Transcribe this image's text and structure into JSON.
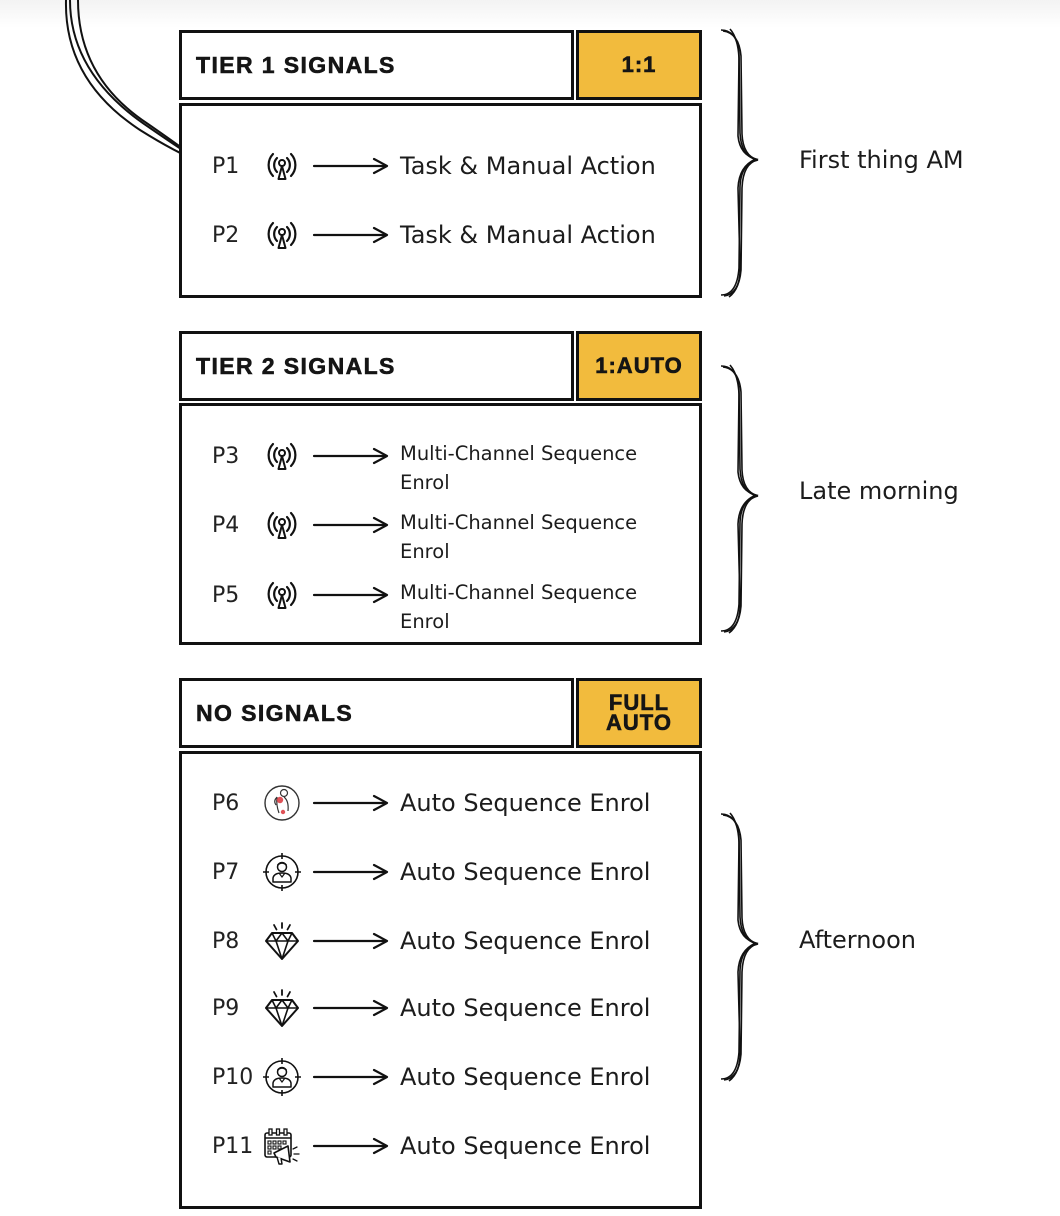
{
  "sections": [
    {
      "title": "TIER 1 SIGNALS",
      "badge": "1:1",
      "time_label": "First thing AM",
      "rows": [
        {
          "id": "P1",
          "icon": "signal-tower-icon",
          "action": "Task & Manual Action"
        },
        {
          "id": "P2",
          "icon": "signal-tower-icon",
          "action": "Task & Manual Action"
        }
      ]
    },
    {
      "title": "TIER 2 SIGNALS",
      "badge": "1:AUTO",
      "time_label": "Late morning",
      "rows": [
        {
          "id": "P3",
          "icon": "signal-tower-icon",
          "action_line1": "Multi-Channel Sequence",
          "action_line2": "Enrol"
        },
        {
          "id": "P4",
          "icon": "signal-tower-icon",
          "action_line1": "Multi-Channel Sequence",
          "action_line2": "Enrol"
        },
        {
          "id": "P5",
          "icon": "signal-tower-icon",
          "action_line1": "Multi-Channel Sequence",
          "action_line2": "Enrol"
        }
      ]
    },
    {
      "title": "NO SIGNALS",
      "badge_line1": "FULL",
      "badge_line2": "AUTO",
      "time_label": "Afternoon",
      "rows": [
        {
          "id": "P6",
          "icon": "pain-point-person-icon",
          "action": "Auto Sequence Enrol"
        },
        {
          "id": "P7",
          "icon": "target-person-icon",
          "action": "Auto Sequence Enrol"
        },
        {
          "id": "P8",
          "icon": "diamond-icon",
          "action": "Auto Sequence Enrol"
        },
        {
          "id": "P9",
          "icon": "diamond-icon",
          "action": "Auto Sequence Enrol"
        },
        {
          "id": "P10",
          "icon": "target-person-icon",
          "action": "Auto Sequence Enrol"
        },
        {
          "id": "P11",
          "icon": "calendar-megaphone-icon",
          "action": "Auto Sequence Enrol"
        }
      ]
    }
  ],
  "colors": {
    "badge": "#f2bb3d",
    "border": "#111111",
    "text": "#1c1c1c",
    "pain_marker": "#d9343a"
  }
}
